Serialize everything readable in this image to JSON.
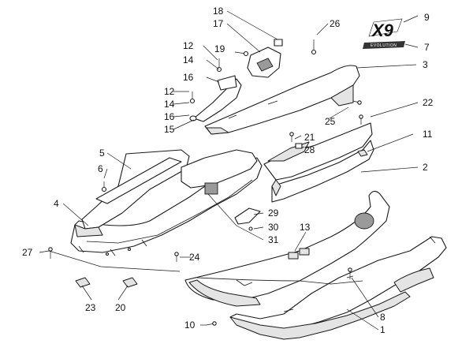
{
  "logo": {
    "main_text": "X9",
    "badge_text": "EVOLUTION"
  },
  "callouts": [
    "18",
    "17",
    "19",
    "26",
    "9",
    "7",
    "3",
    "12",
    "14",
    "16",
    "12",
    "14",
    "16",
    "15",
    "22",
    "25",
    "11",
    "21",
    "28",
    "5",
    "6",
    "2",
    "4",
    "29",
    "30",
    "31",
    "13",
    "27",
    "24",
    "23",
    "20",
    "8",
    "10",
    "1"
  ]
}
